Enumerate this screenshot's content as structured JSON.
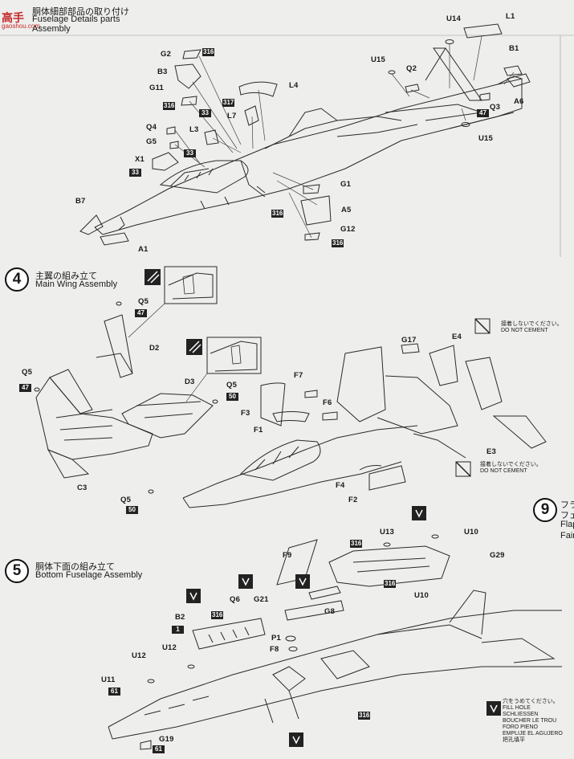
{
  "watermark": {
    "logo": "高手",
    "site": "gaoshou.com"
  },
  "colors": {
    "ink": "#1a1a1a",
    "paper": "#eeeeec",
    "watermark": "#c62828",
    "paint_box": "#222222"
  },
  "section3": {
    "title_ja": "胴体細部部品の取り付け",
    "title_en_1": "Fuselage Details parts",
    "title_en_2": "Assembly"
  },
  "section4": {
    "number": "4",
    "title_ja": "主翼の組み立て",
    "title_en": "Main Wing Assembly"
  },
  "section5": {
    "number": "5",
    "title_ja": "胴体下面の組み立て",
    "title_en": "Bottom Fuselage Assembly"
  },
  "section9": {
    "number": "9",
    "title_ja_1": "フラ",
    "title_ja_2": "フェ",
    "title_en_1": "Flap",
    "title_en_2": "Fair"
  },
  "notes": {
    "do_not_cement_ja": "接着しないでください。",
    "do_not_cement_en": "DO NOT CEMENT",
    "fill_hole_lines": [
      "穴をうめてください。",
      "FILL HOLE",
      "SCHLIESSEN",
      "BOUCHER LE TROU",
      "FORO PIENO",
      "EMPLIJE EL AGUJERO",
      "把孔填平"
    ]
  },
  "labels": {
    "G2": "G2",
    "B3": "B3",
    "G11": "G11",
    "Q4": "Q4",
    "G5": "G5",
    "X1": "X1",
    "L3": "L3",
    "L7": "L7",
    "L4": "L4",
    "B7": "B7",
    "A1": "A1",
    "G1": "G1",
    "A5": "A5",
    "G12": "G12",
    "U14": "U14",
    "L1": "L1",
    "U15a": "U15",
    "Q2": "Q2",
    "B1": "B1",
    "Q3": "Q3",
    "A6": "A6",
    "U15b": "U15",
    "Q5a": "Q5",
    "D2": "D2",
    "Q5b": "Q5",
    "D3": "D3",
    "Q5c": "Q5",
    "C3": "C3",
    "Q5d": "Q5",
    "G17": "G17",
    "E4": "E4",
    "F7": "F7",
    "F6": "F6",
    "F3": "F3",
    "F1": "F1",
    "E3": "E3",
    "F4": "F4",
    "F2": "F2",
    "U13": "U13",
    "U10a": "U10",
    "G29": "G29",
    "U10b": "U10",
    "F9": "F9",
    "Q6": "Q6",
    "G21": "G21",
    "B2": "B2",
    "P1": "P1",
    "F8": "F8",
    "G8": "G8",
    "U12a": "U12",
    "U12b": "U12",
    "U11": "U11",
    "G19": "G19"
  },
  "paint_codes": {
    "c316a": "316",
    "c33a": "33",
    "c316b": "316",
    "c33b": "33",
    "c33c": "33",
    "c317": "317",
    "c316c": "316",
    "c316d": "316",
    "c47a": "47",
    "c47b": "47",
    "c47c": "47",
    "c50a": "50",
    "c50b": "50",
    "c316e": "316",
    "c316f": "316",
    "c316g": "316",
    "c1": "1",
    "c61a": "61",
    "c316h": "316",
    "c61b": "61"
  }
}
